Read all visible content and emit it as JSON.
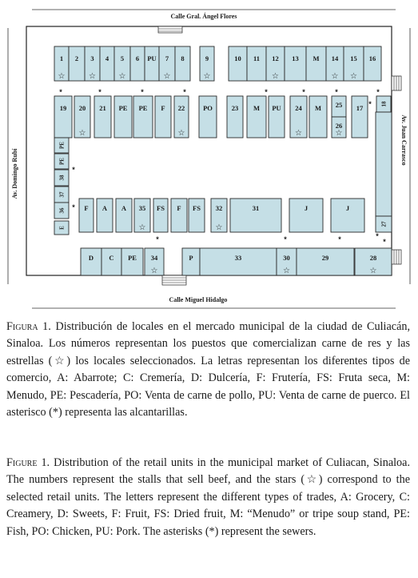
{
  "streets": {
    "north": "Calle Gral. Ángel Flores",
    "south": "Calle Miguel Hidalgo",
    "west": "Av. Domingo Rubí",
    "east": "Av. Juan Carrasco"
  },
  "symbols": {
    "star": "☆",
    "asterisk": "*"
  },
  "map": {
    "top_row": [
      "1",
      "2",
      "3",
      "4",
      "5",
      "6",
      "PU",
      "7",
      "8",
      "9",
      "10",
      "11",
      "12",
      "13",
      "M",
      "14",
      "15",
      "16"
    ],
    "second_row": [
      "19",
      "20",
      "21",
      "PE",
      "PE",
      "F",
      "22",
      "PO",
      "23",
      "M",
      "PU",
      "24",
      "M",
      "25",
      "26",
      "17",
      "18"
    ],
    "west_column": [
      "PE",
      "PE",
      "38",
      "37",
      "36",
      "E"
    ],
    "third_row": [
      "F",
      "A",
      "A",
      "35",
      "FS",
      "F",
      "FS",
      "32",
      "31",
      "J",
      "J",
      "27"
    ],
    "bottom_row": [
      "D",
      "C",
      "PE",
      "34",
      "P",
      "33",
      "30",
      "29",
      "28"
    ]
  },
  "caption_es": {
    "label": "Figura 1.",
    "text": "Distribución de locales en el mercado municipal de la ciudad de Culiacán, Sinaloa. Los números representan los puestos que comercializan carne de res y las estrellas (☆) los locales seleccionados. La letras representan los diferentes tipos de comercio, A: Abarrote; C: Cremería, D: Dulcería, F: Frutería, FS: Fruta seca, M: Menudo, PE: Pescadería, PO: Venta de carne de pollo, PU: Venta de carne de puerco. El asterisco (*) representa las alcantarillas."
  },
  "caption_en": {
    "label": "Figure 1.",
    "text": "Distribution of the retail units in the municipal market of Culiacan, Sinaloa. The numbers represent the stalls that sell beef, and the stars (☆) correspond to the selected retail units. The letters represent the different types of trades, A: Grocery, C: Creamery, D: Sweets, F: Fruit, FS: Dried fruit, M: “Menudo” or tripe soup stand, PE: Fish, PO: Chicken, PU: Pork. The asterisks (*) represent the sewers."
  }
}
